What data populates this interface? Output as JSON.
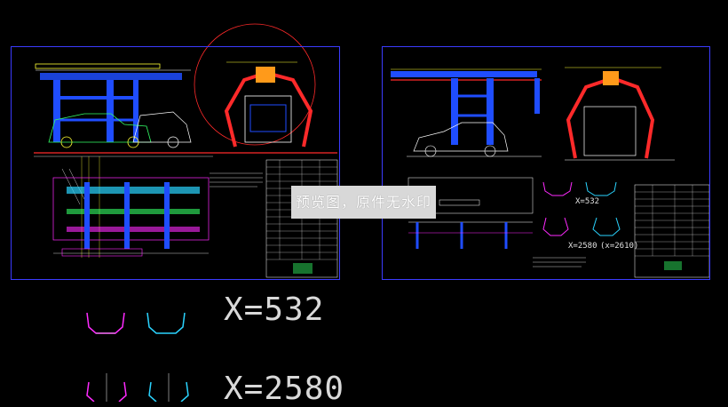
{
  "preview": {
    "watermark": "预览图，原件无水印"
  },
  "labels": {
    "large_section_a": "X=532",
    "large_section_b": "X=2580",
    "small_section_a": "X=532",
    "small_section_b": "X=2580",
    "small_section_c": "(x=2610)"
  },
  "colors": {
    "background": "#000000",
    "frame_blue": "#3b3bff",
    "structure_blue": "#1f4dff",
    "outline_red": "#ff2a2a",
    "magenta": "#ff2aff",
    "cyan": "#2ad4ff",
    "yellow": "#ffff33",
    "green": "#33ff66",
    "white": "#ffffff",
    "orange": "#ff9a1a"
  }
}
